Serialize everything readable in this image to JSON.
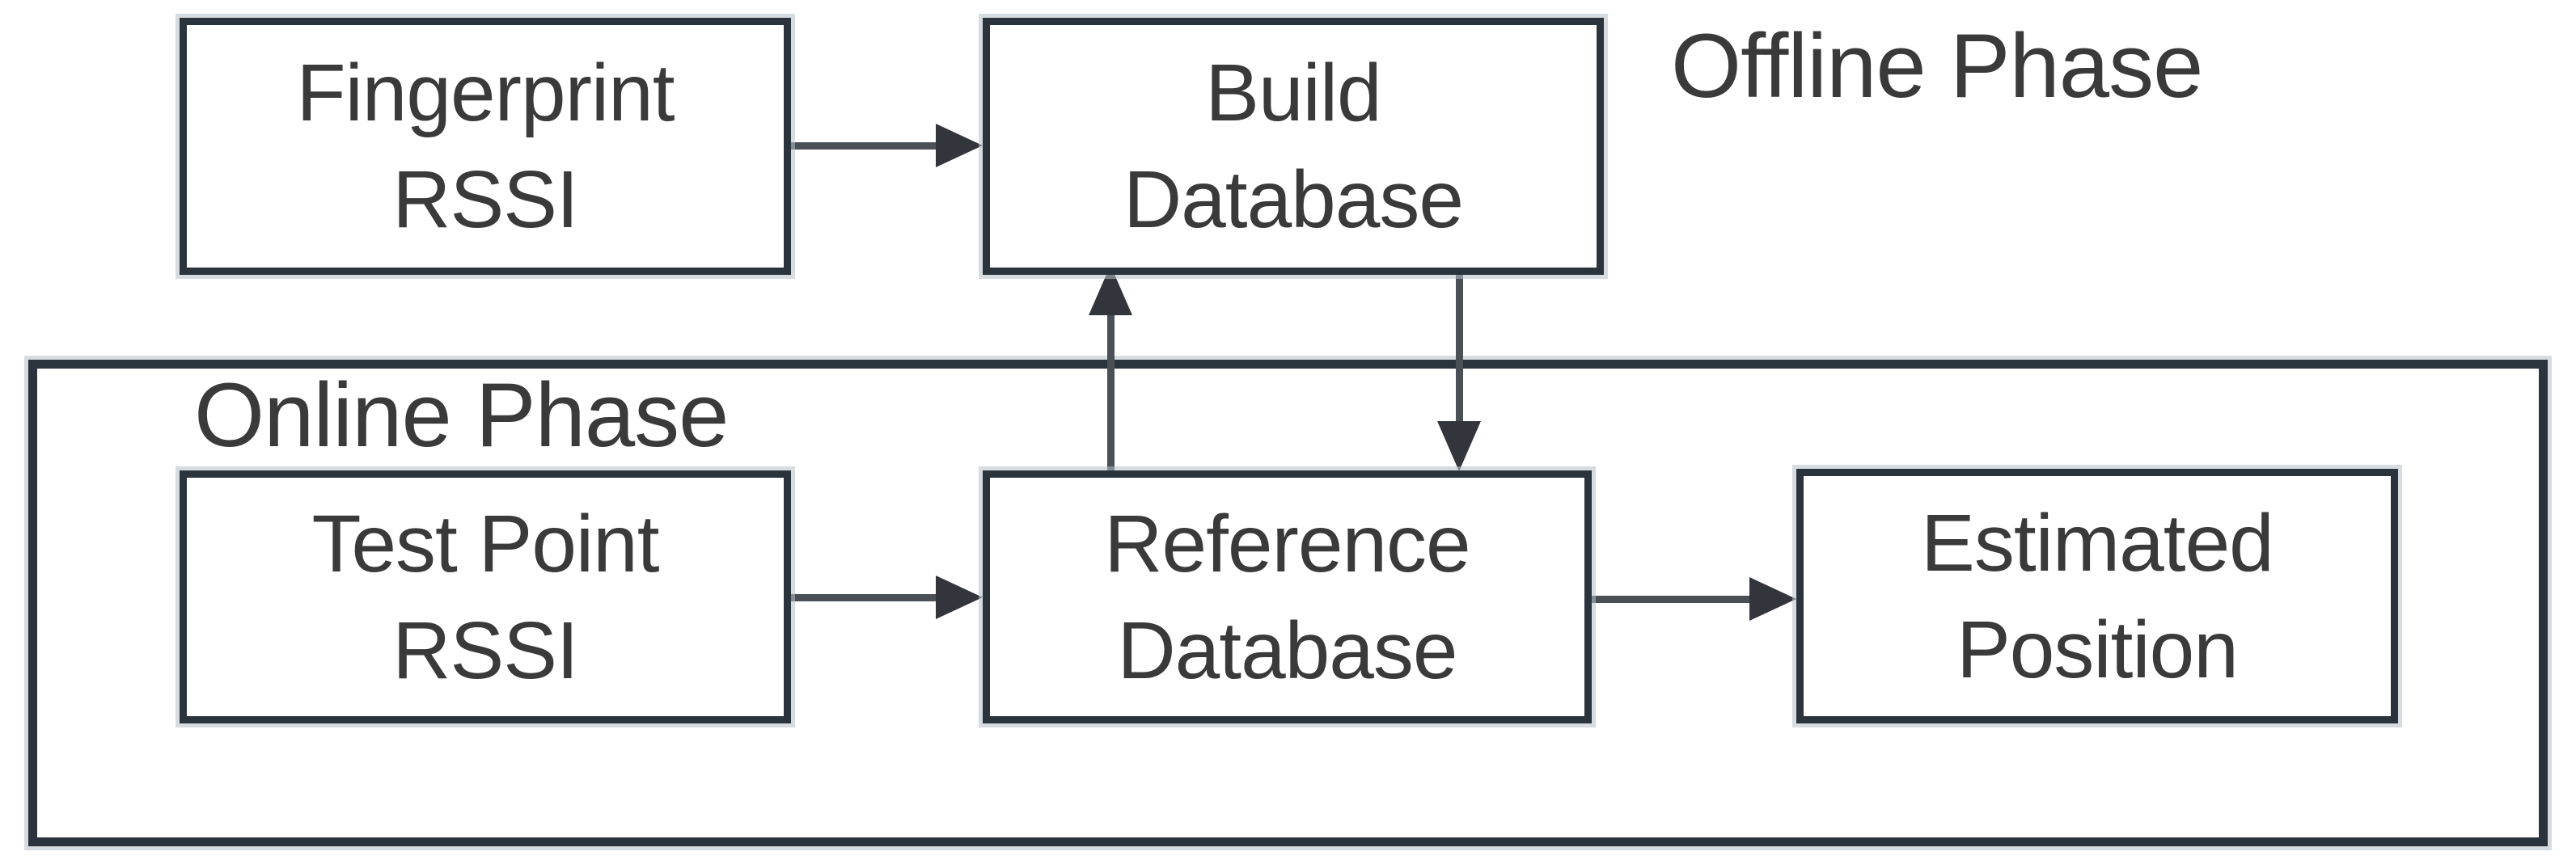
{
  "diagram": {
    "type": "flowchart",
    "background": "#ffffff",
    "colors": {
      "box_border": "#2b333d",
      "arrow": "#32363c",
      "arrow_shaft": "#4b5057",
      "text": "#3a3a3a",
      "shadow": "#b7bfc7"
    },
    "offline_phase": {
      "label": "Offline Phase"
    },
    "online_phase": {
      "label": "Online Phase"
    },
    "nodes": {
      "fingerprint_rssi": {
        "label": "Fingerprint\nRSSI",
        "phase": "offline"
      },
      "build_database": {
        "label": "Build\nDatabase",
        "phase": "offline"
      },
      "test_point_rssi": {
        "label": "Test Point\nRSSI",
        "phase": "online"
      },
      "reference_database": {
        "label": "Reference\nDatabase",
        "phase": "online"
      },
      "estimated_position": {
        "label": "Estimated\nPosition",
        "phase": "online"
      }
    },
    "edges": [
      {
        "from": "fingerprint_rssi",
        "to": "build_database",
        "direction": "right"
      },
      {
        "from": "reference_database",
        "to": "build_database",
        "direction": "up"
      },
      {
        "from": "build_database",
        "to": "reference_database",
        "direction": "down"
      },
      {
        "from": "test_point_rssi",
        "to": "reference_database",
        "direction": "right"
      },
      {
        "from": "reference_database",
        "to": "estimated_position",
        "direction": "right"
      }
    ]
  }
}
